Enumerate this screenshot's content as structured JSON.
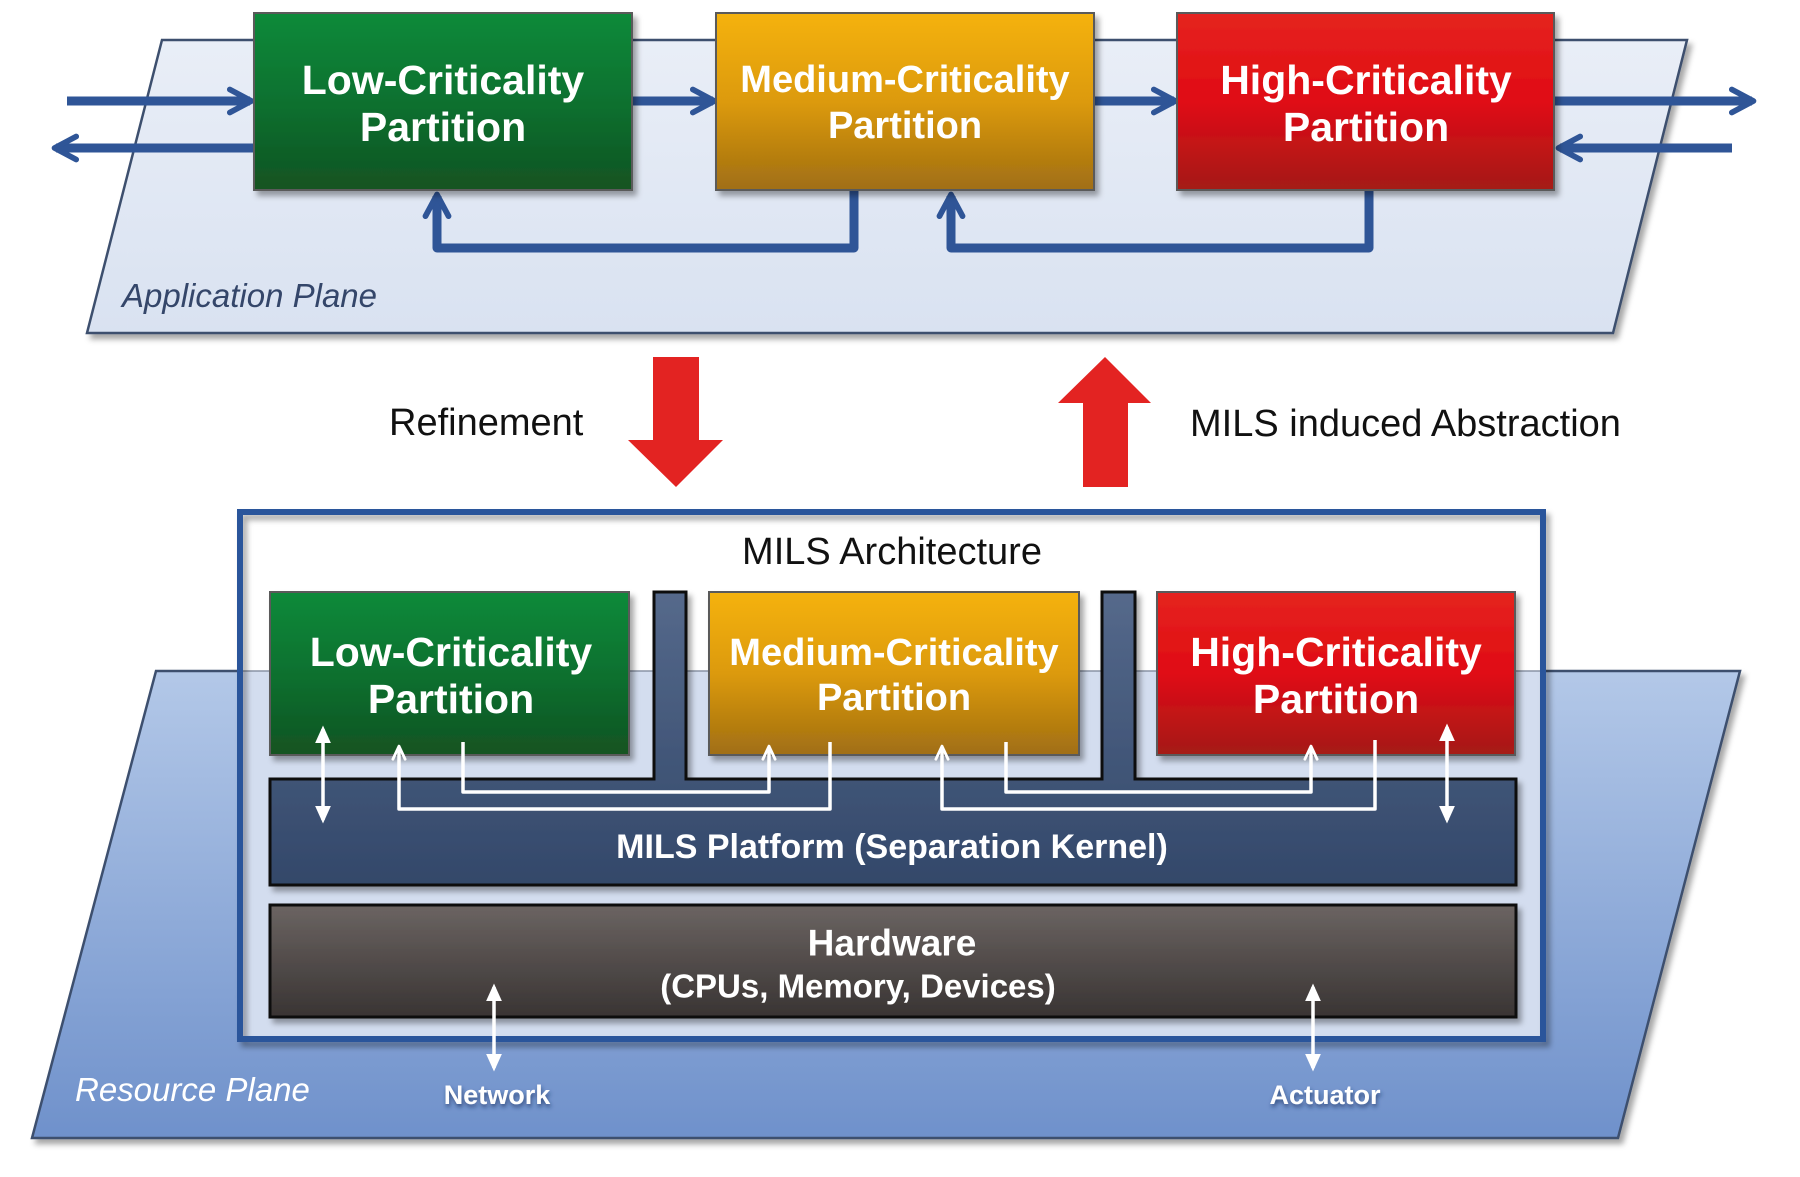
{
  "application_plane": {
    "label": "Application Plane",
    "partitions": [
      {
        "line1": "Low-Criticality",
        "line2": "Partition",
        "criticality": "low"
      },
      {
        "line1": "Medium-Criticality",
        "line2": "Partition",
        "criticality": "medium"
      },
      {
        "line1": "High-Criticality",
        "line2": "Partition",
        "criticality": "high"
      }
    ]
  },
  "transitions": {
    "refinement_label": "Refinement",
    "abstraction_label": "MILS induced Abstraction"
  },
  "mils_architecture": {
    "title": "MILS Architecture",
    "partitions": [
      {
        "line1": "Low-Criticality",
        "line2": "Partition",
        "criticality": "low"
      },
      {
        "line1": "Medium-Criticality",
        "line2": "Partition",
        "criticality": "medium"
      },
      {
        "line1": "High-Criticality",
        "line2": "Partition",
        "criticality": "high"
      }
    ],
    "platform_label": "MILS Platform (Separation Kernel)",
    "hardware_label": "Hardware",
    "hardware_sublabel": "(CPUs, Memory, Devices)"
  },
  "resource_plane": {
    "label": "Resource Plane",
    "io": [
      "Network",
      "Actuator"
    ]
  },
  "colors": {
    "low": "#0a7a32",
    "medium": "#e8a20c",
    "high": "#d81414",
    "flow_arrow": "#2f5597",
    "refinement_arrow": "#e32322",
    "platform": "#4a6184",
    "hardware": "#524c4b"
  }
}
